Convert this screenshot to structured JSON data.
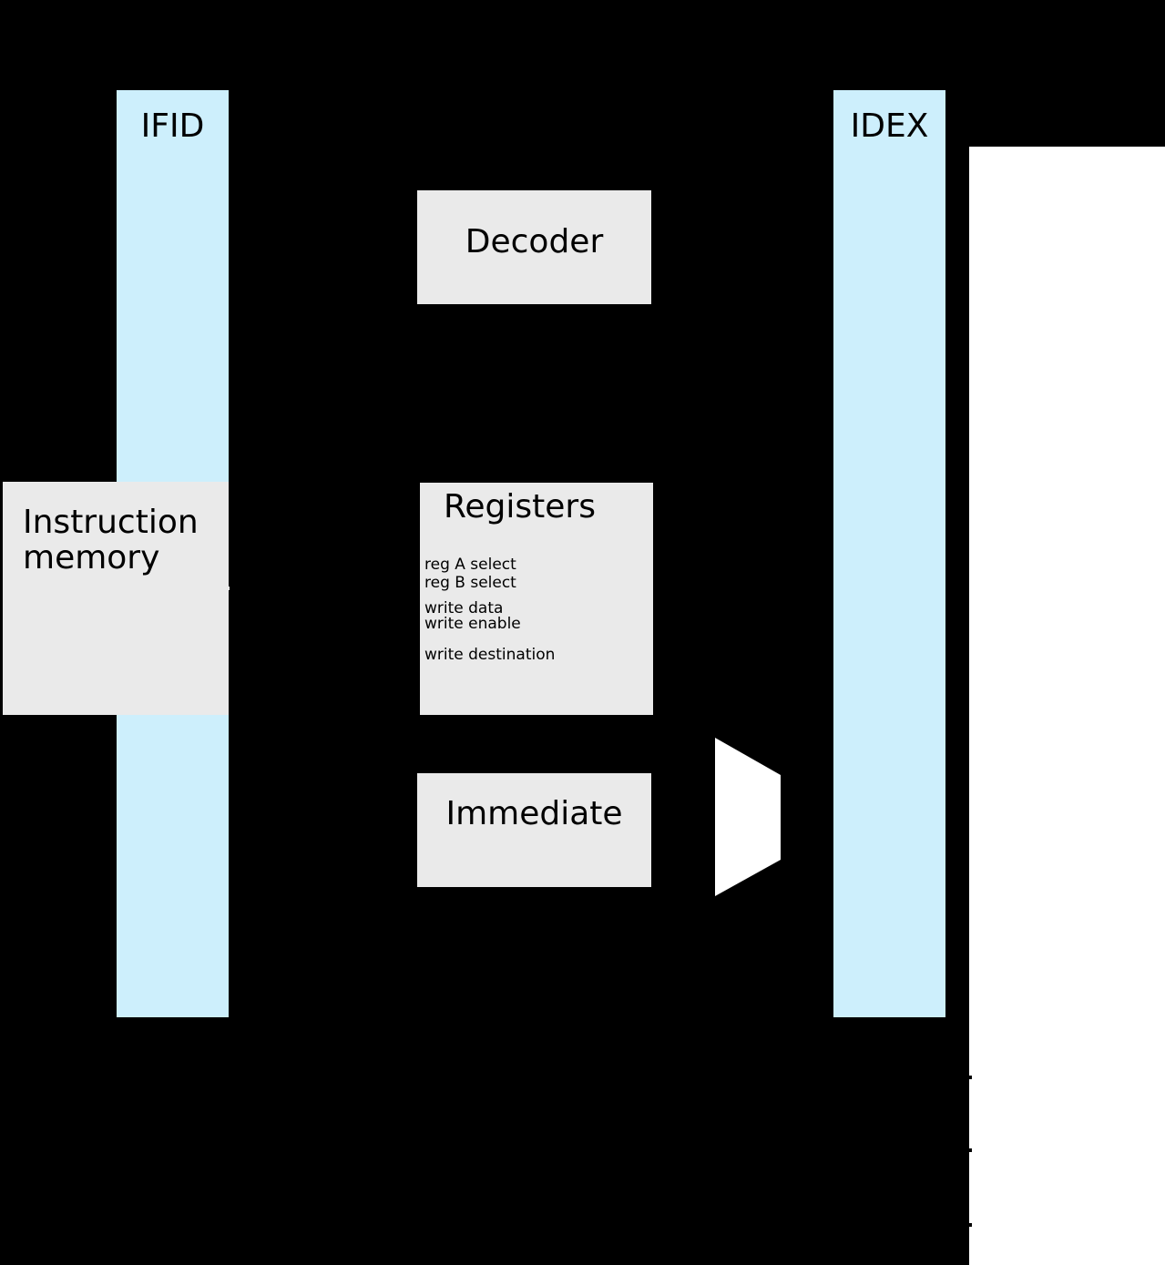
{
  "diagram": {
    "title": "CPU pipeline decode stage datapath",
    "background_color": "#000000",
    "page_color": "#ffffff",
    "pipeline_register_color": "#cdeffc",
    "unit_color": "#eaeaea",
    "mux_color": "#ffffff",
    "text_color": "#000000"
  },
  "pipeline_registers": [
    {
      "id": "ifid",
      "label": "IFID"
    },
    {
      "id": "idex",
      "label": "IDEX"
    }
  ],
  "units": {
    "instruction_memory": {
      "title": "Instruction\nmemory"
    },
    "decoder": {
      "title": "Decoder"
    },
    "immediate": {
      "title": "Immediate"
    },
    "registers": {
      "title": "Registers",
      "ports": [
        "reg A select",
        "reg B select",
        "write data",
        "write enable",
        "write destination"
      ]
    }
  },
  "mux": {
    "name": "operand-b-mux",
    "label": ""
  }
}
